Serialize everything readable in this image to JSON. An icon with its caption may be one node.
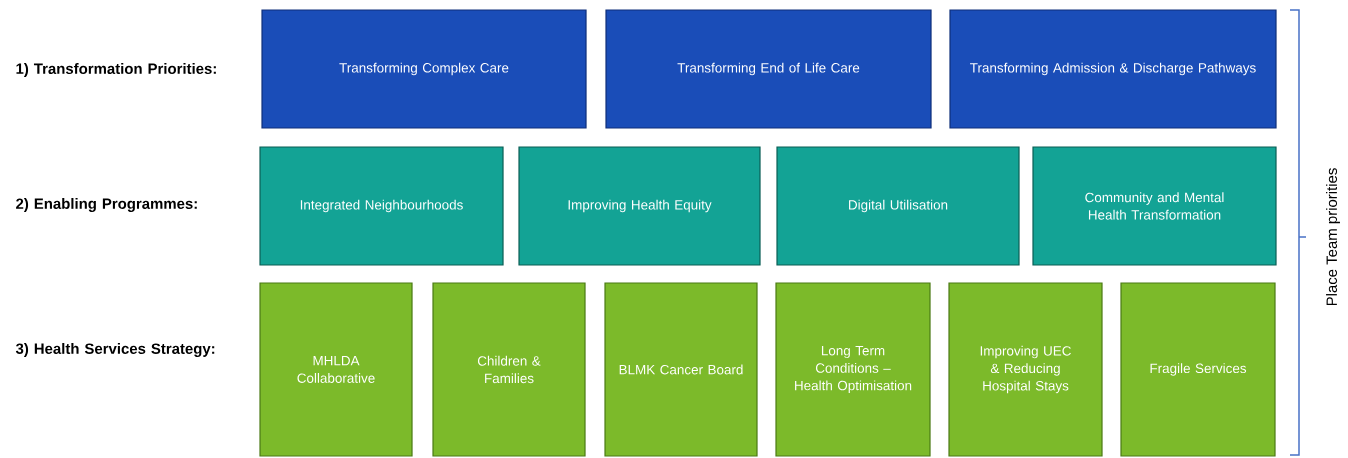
{
  "diagram": {
    "nodes": [
      {
        "text": [
          "Transforming Complex Care"
        ]
      },
      {
        "text": [
          "Transforming End of Life Care"
        ]
      },
      {
        "text": [
          "Transforming Admission & Discharge Pathways"
        ]
      },
      {
        "text": [
          "Integrated Neighbourhoods"
        ]
      },
      {
        "text": [
          "Improving Health Equity"
        ]
      },
      {
        "text": [
          "Digital Utilisation"
        ]
      },
      {
        "text": [
          "Community and Mental Health Transformation"
        ]
      },
      {
        "text": [
          "MHLDA Collaborative"
        ]
      },
      {
        "text": [
          "Children & Families"
        ]
      },
      {
        "text": [
          "BLMK Cancer Board"
        ]
      },
      {
        "text": [
          "Long Term Conditions – Health Optimisation"
        ]
      },
      {
        "text": [
          "Improving UEC & Reducing Hospital Stays"
        ]
      },
      {
        "text": [
          "Fragile Services"
        ]
      }
    ],
    "labels": [
      "1) Transformation Priorities:",
      "2) Enabling Programmes:",
      "3) Health Services Strategy:",
      "Place Team priorities"
    ]
  }
}
